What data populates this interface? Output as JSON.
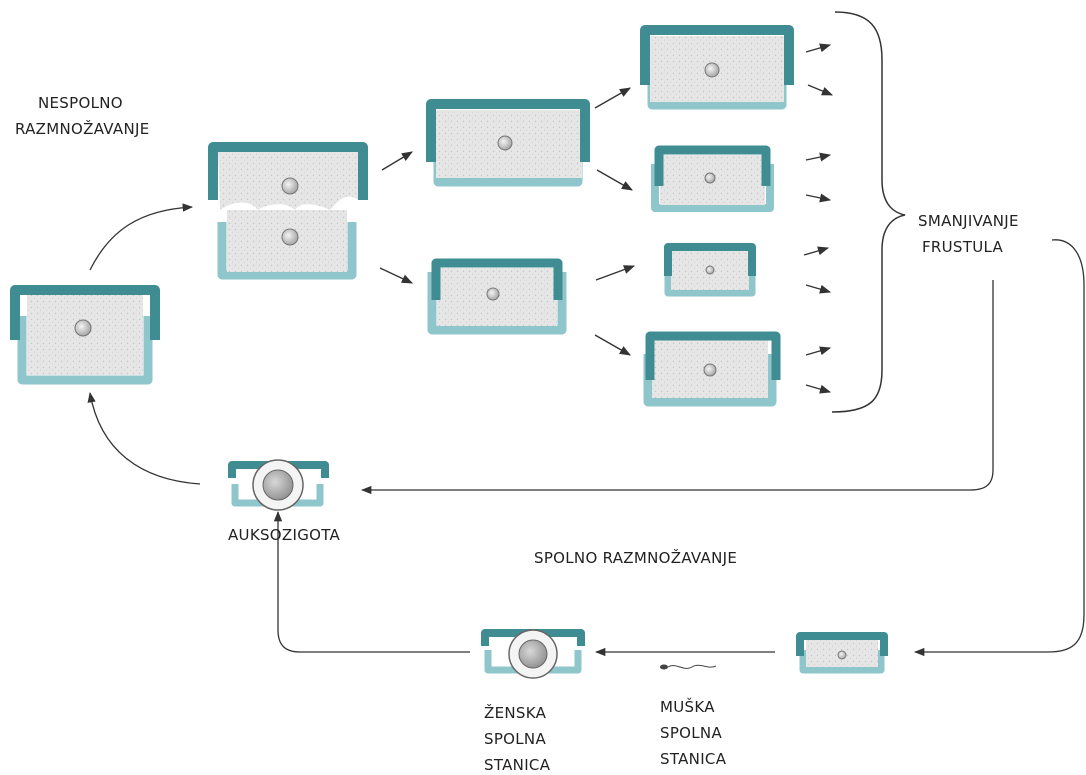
{
  "labels": {
    "asexual": [
      "NESPOLNO",
      "RAZMNOŽAVANJE"
    ],
    "frustule_reduction": [
      "SMANJIVANJE",
      "FRUSTULA"
    ],
    "auxospore": "AUKSOZIGOTA",
    "sexual": "SPOLNO RAZMNOŽAVANJE",
    "female_gamete": [
      "ŽENSKA",
      "SPOLNA",
      "STANICA"
    ],
    "male_gamete": [
      "MUŠKA",
      "SPOLNA",
      "STANICA"
    ]
  },
  "colors": {
    "epitheca": "#3f8c93",
    "hypotheca": "#8fc6cb",
    "cell_fill": "#e4e4e4",
    "line": "#333333"
  }
}
